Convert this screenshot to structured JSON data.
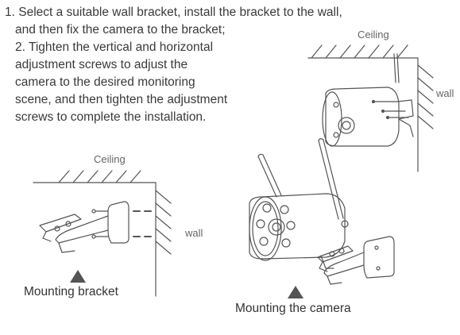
{
  "instructions": {
    "line1": "1. Select a suitable wall bracket, install the bracket to the wall,",
    "line2": "and then fix the camera to the bracket;",
    "line3": "2. Tighten the vertical and horizontal",
    "line4": "adjustment screws to adjust the",
    "line5": "camera to the desired monitoring",
    "line6": "scene, and then tighten the adjustment",
    "line7": "screws to complete the installation."
  },
  "labels": {
    "ceiling_top": "Ceiling",
    "wall_top": "wall",
    "ceiling_left": "Ceiling",
    "wall_left": "wall"
  },
  "captions": {
    "bracket": "Mounting bracket",
    "camera": "Mounting the camera"
  },
  "icons": {
    "marker_bracket": "triangle-up-icon",
    "marker_camera": "triangle-up-icon"
  },
  "colors": {
    "line": "#555555",
    "text": "#3a3a3a"
  }
}
